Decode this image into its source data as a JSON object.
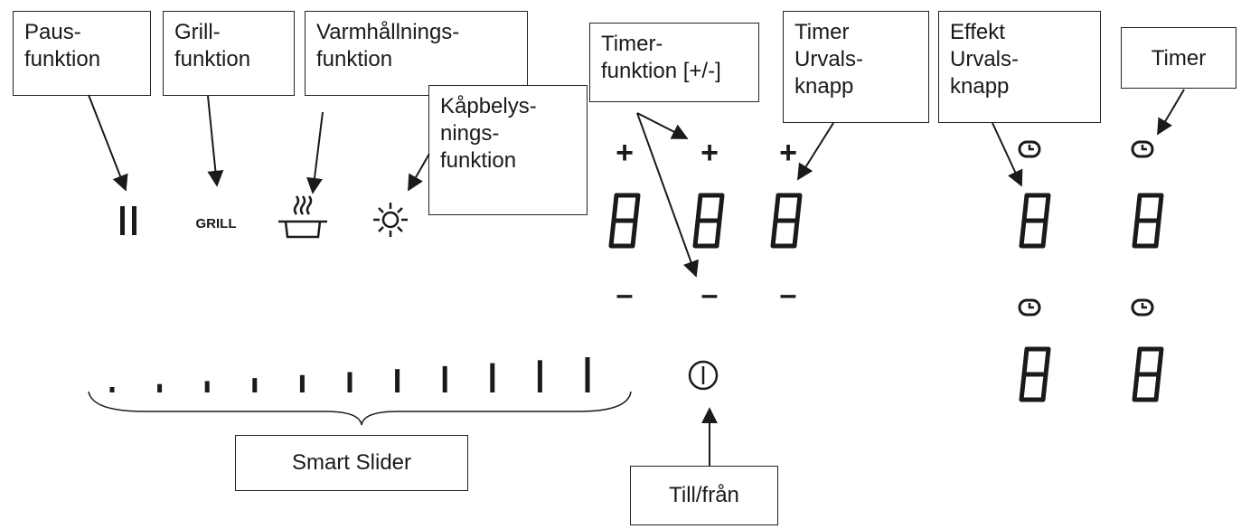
{
  "labels": {
    "pause": "Paus-\nfunktion",
    "grill": "Grill-\nfunktion",
    "keepwarm": "Varmhållnings-\nfunktion",
    "hoodlight": "Kåpbelys-\nnings-\nfunktion",
    "timer_plusminus": "Timer-\nfunktion [+/-]",
    "timer_select": "Timer\nUrvals-\nknapp",
    "power_select": "Effekt\nUrvals-\nknapp",
    "timer": "Timer",
    "smart_slider": "Smart Slider",
    "onoff": "Till/från"
  },
  "panel": {
    "grill_text": "GRILL",
    "plus_symbol": "+",
    "minus_symbol": "–",
    "slider_steps": 11
  },
  "colors": {
    "ink": "#1a1a1a"
  }
}
